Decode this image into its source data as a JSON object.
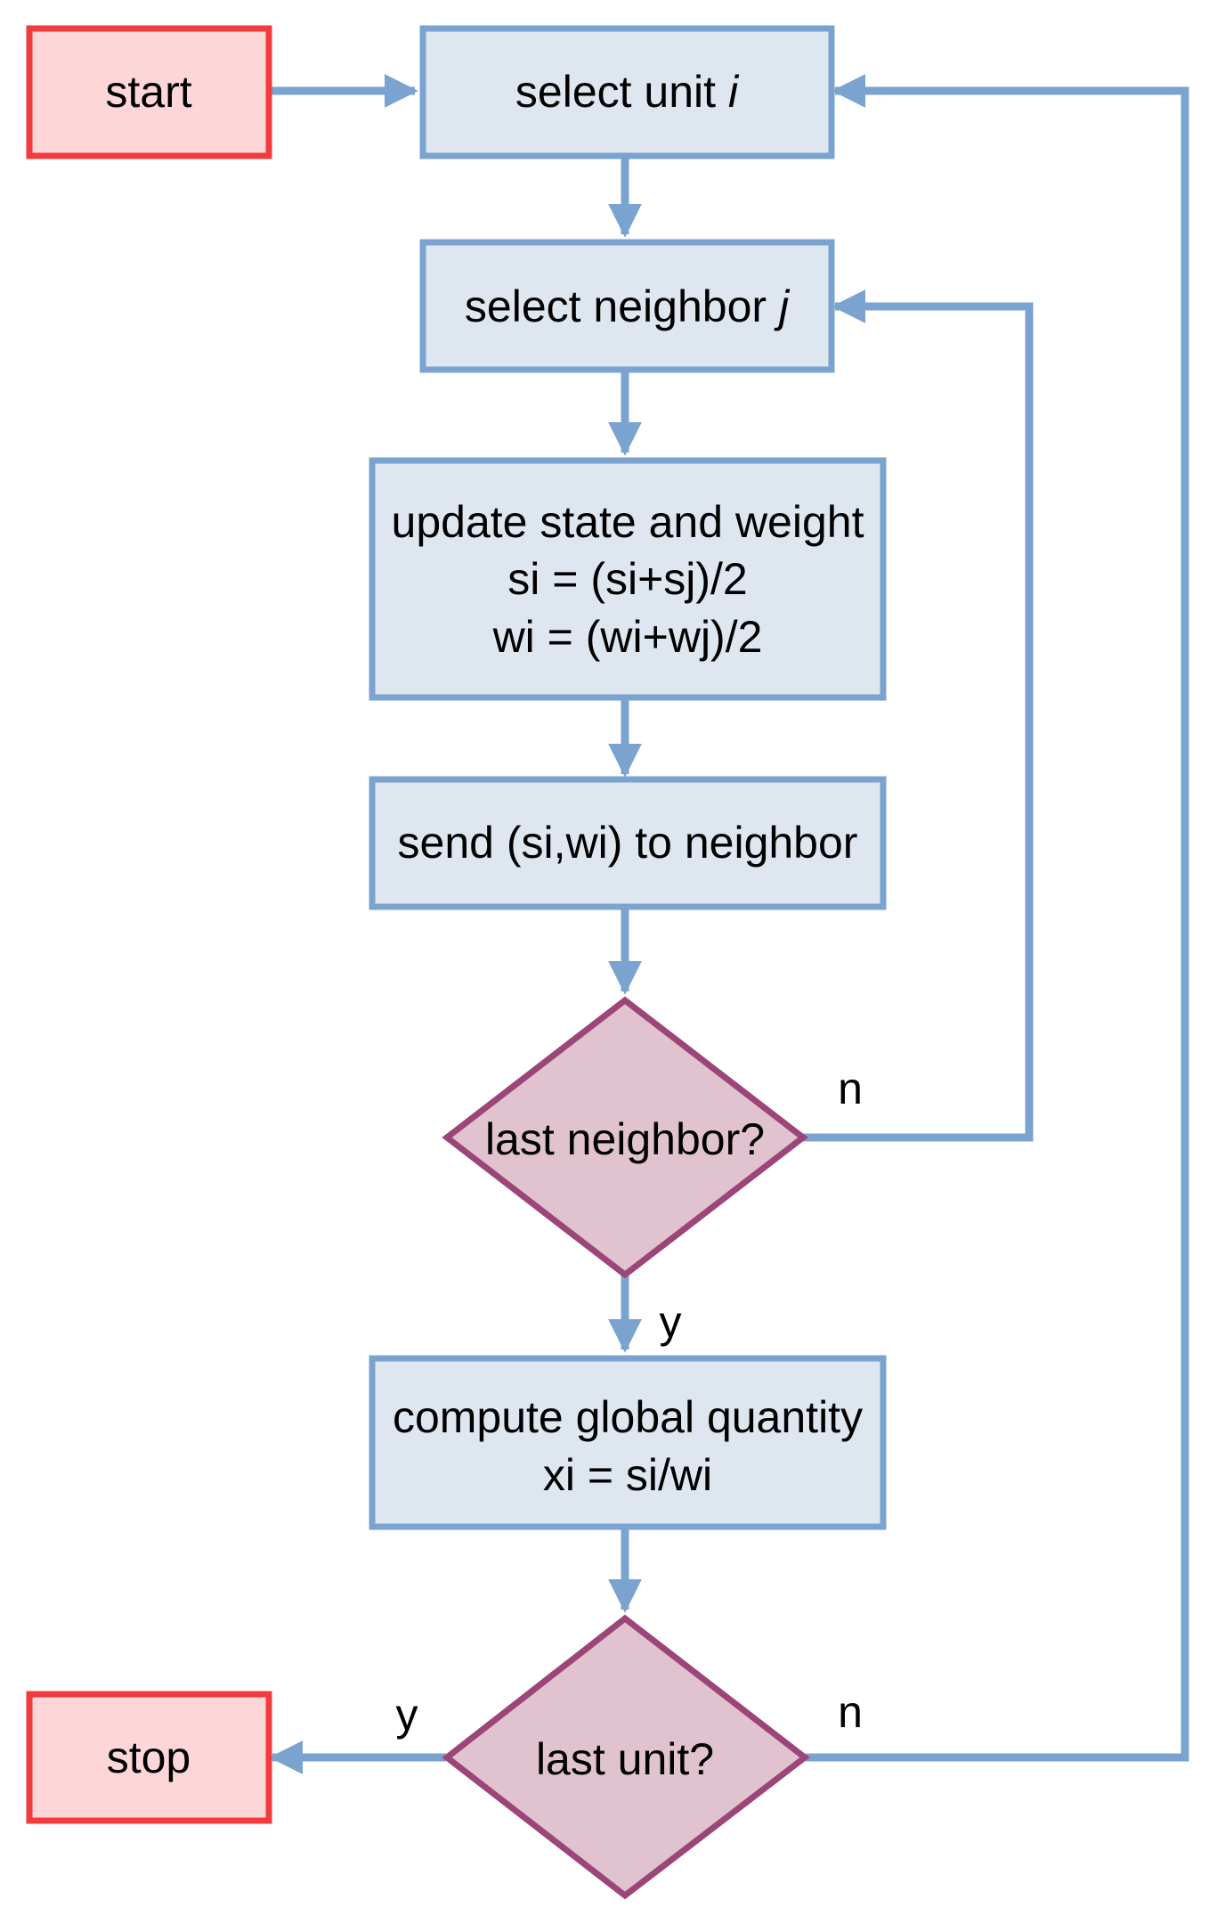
{
  "colors": {
    "terminal_fill": "#FDD7D8",
    "terminal_stroke": "#F23B3E",
    "process_fill": "#DEE6F0",
    "process_stroke": "#7BA3D0",
    "decision_fill": "#E0C3CE",
    "decision_stroke": "#9C4578",
    "connector": "#7BA3D0",
    "text": "#000000"
  },
  "nodes": {
    "start": {
      "label": "start"
    },
    "select_unit": {
      "label": "select unit",
      "var": "i"
    },
    "select_neighbor": {
      "label": "select neighbor",
      "var": "j"
    },
    "update": {
      "line1": "update state and weight",
      "line2": "si = (si+sj)/2",
      "line3": "wi = (wi+wj)/2"
    },
    "send": {
      "label": "send (si,wi) to neighbor"
    },
    "last_neighbor": {
      "label": "last neighbor?"
    },
    "compute": {
      "line1": "compute global quantity",
      "line2": "xi = si/wi"
    },
    "last_unit": {
      "label": "last unit?"
    },
    "stop": {
      "label": "stop"
    }
  },
  "edge_labels": {
    "last_neighbor_no": "n",
    "last_neighbor_yes": "y",
    "last_unit_yes": "y",
    "last_unit_no": "n"
  }
}
